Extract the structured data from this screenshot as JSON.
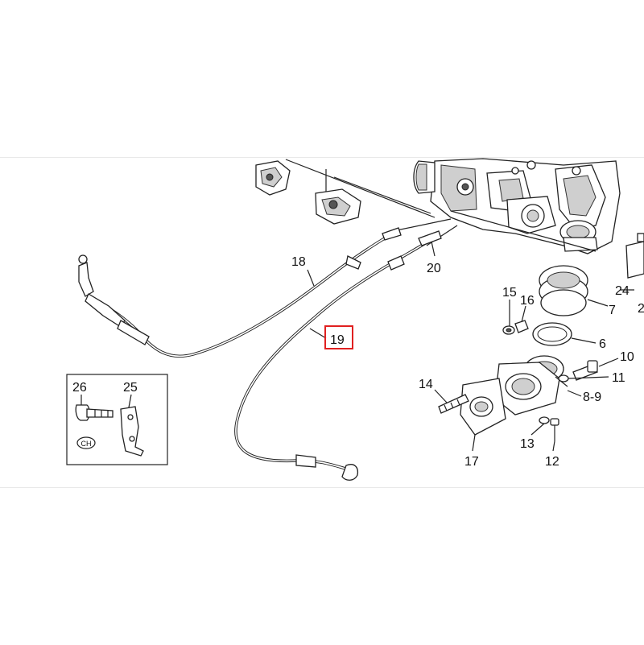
{
  "callouts": {
    "p6": "6",
    "p7": "7",
    "p8_9": "8-9",
    "p10": "10",
    "p11": "11",
    "p12": "12",
    "p13": "13",
    "p14": "14",
    "p15": "15",
    "p16": "16",
    "p17": "17",
    "p18": "18",
    "p19": "19",
    "p20": "20",
    "p24": "24",
    "p25": "25",
    "p26": "26",
    "p24_partial": "2",
    "inset_stamp": "CH"
  },
  "highlight": {
    "part": "19",
    "color": "#e02020"
  }
}
